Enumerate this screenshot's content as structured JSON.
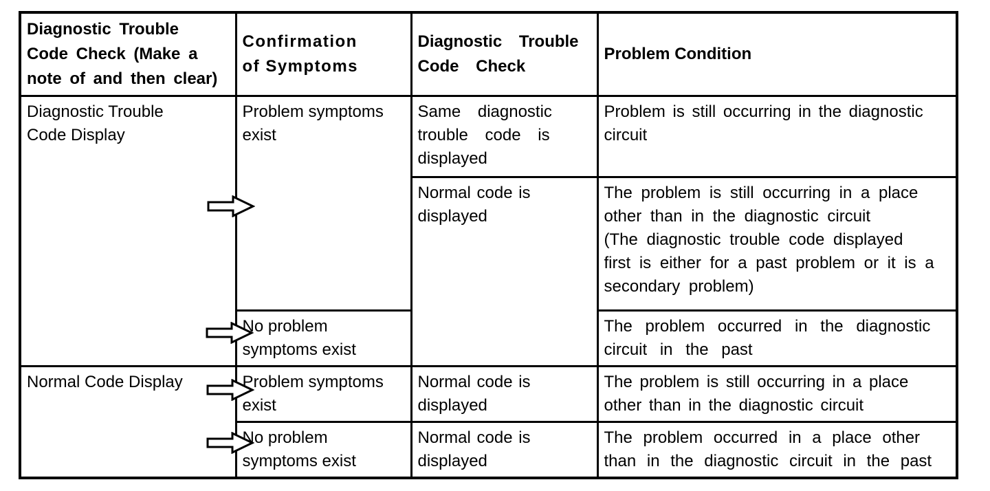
{
  "document": {
    "kind": "scanned diagnostic manual table",
    "colors": {
      "background": "#ffffff",
      "border": "#000000",
      "text": "#000000",
      "arrow_fill": "#ffffff",
      "arrow_stroke": "#000000"
    },
    "icons": {
      "flow_arrow": "hollow-right-arrow"
    },
    "table": {
      "headers": {
        "col1": "Diagnostic Trouble\nCode Check (Make a\nnote of and then clear)",
        "col2": "Confirmation\nof Symptoms",
        "col3": "Diagnostic Trouble\nCode Check",
        "col4": "Problem Condition"
      },
      "cells": {
        "r1c1": "Diagnostic Trouble\nCode Display",
        "r1c2": "Problem symptoms\nexist",
        "r1c3": "Same diagnostic\ntrouble code is\ndisplayed",
        "r1c4": "Problem is still occurring in the diagnostic\ncircuit",
        "r2c3": "Normal code is\ndisplayed",
        "r2c4": "The problem is still occurring in a place\nother than in the diagnostic circuit\n(The diagnostic trouble code displayed\nfirst is either for a past problem or it is a\nsecondary problem)",
        "r3c2": "No problem\nsymptoms exist",
        "r3c4": "The problem occurred in the diagnostic\ncircuit in the past",
        "r4c1": "Normal Code Display",
        "r4c2": "Problem symptoms\nexist",
        "r4c3": "Normal code is\ndisplayed",
        "r4c4": "The problem is still occurring in a place\nother than in the diagnostic circuit",
        "r5c2": "No problem\nsymptoms exist",
        "r5c3": "Normal code is\ndisplayed",
        "r5c4": "The problem occurred in a place other\nthan in the diagnostic circuit in the past"
      }
    }
  }
}
